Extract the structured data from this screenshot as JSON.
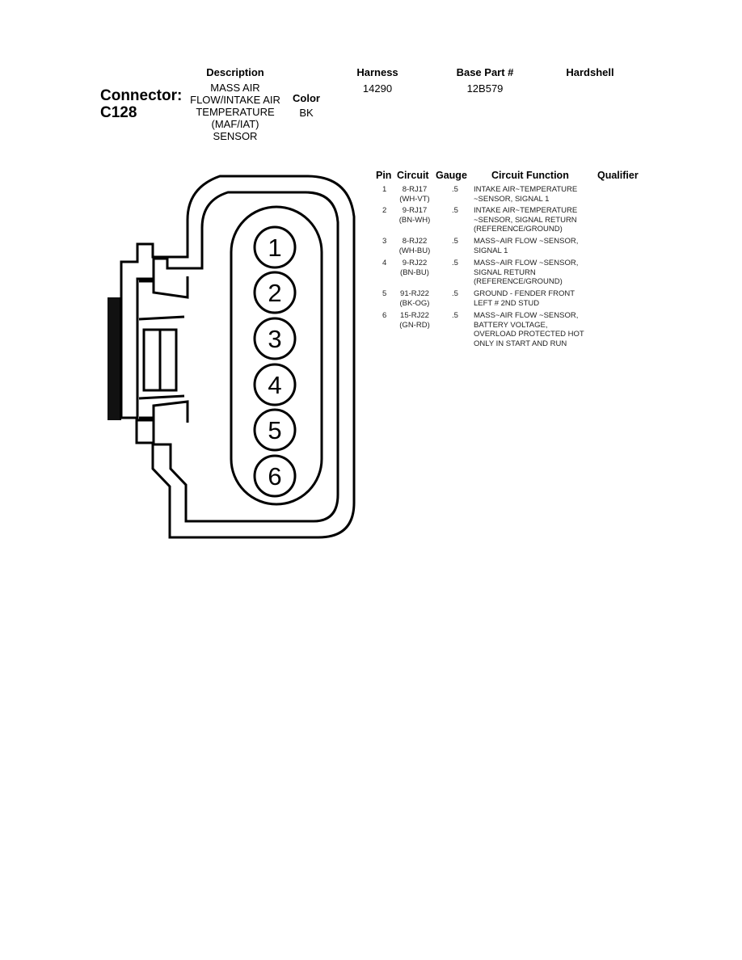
{
  "header": {
    "description_label": "Description",
    "harness_label": "Harness",
    "base_part_label": "Base Part #",
    "hardshell_label": "Hardshell",
    "connector_label": "Connector:",
    "connector_id": "C128",
    "description_lines": [
      "MASS AIR",
      "FLOW/INTAKE AIR",
      "TEMPERATURE",
      "(MAF/IAT)",
      "SENSOR"
    ],
    "color_label": "Color",
    "color_value": "BK",
    "harness_value": "14290",
    "base_part_value": "12B579",
    "hardshell_value": ""
  },
  "table": {
    "headers": {
      "pin": "Pin",
      "circuit": "Circuit",
      "gauge": "Gauge",
      "function": "Circuit Function",
      "qualifier": "Qualifier"
    },
    "rows": [
      {
        "pin": "1",
        "circuit": [
          "8-RJ17",
          "(WH-VT)"
        ],
        "gauge": ".5",
        "function": [
          "INTAKE AIR~TEMPERATURE",
          "~SENSOR, SIGNAL 1"
        ]
      },
      {
        "pin": "2",
        "circuit": [
          "9-RJ17",
          "(BN-WH)"
        ],
        "gauge": ".5",
        "function": [
          "INTAKE AIR~TEMPERATURE",
          "~SENSOR, SIGNAL RETURN",
          "(REFERENCE/GROUND)"
        ]
      },
      {
        "pin": "3",
        "circuit": [
          "8-RJ22",
          "(WH-BU)"
        ],
        "gauge": ".5",
        "function": [
          "MASS~AIR FLOW ~SENSOR,",
          "SIGNAL 1"
        ]
      },
      {
        "pin": "4",
        "circuit": [
          "9-RJ22",
          "(BN-BU)"
        ],
        "gauge": ".5",
        "function": [
          "MASS~AIR FLOW ~SENSOR,",
          "SIGNAL RETURN",
          "(REFERENCE/GROUND)"
        ]
      },
      {
        "pin": "5",
        "circuit": [
          "91-RJ22",
          "(BK-OG)"
        ],
        "gauge": ".5",
        "function": [
          "GROUND - FENDER FRONT",
          "LEFT # 2ND STUD"
        ]
      },
      {
        "pin": "6",
        "circuit": [
          "15-RJ22",
          "(GN-RD)"
        ],
        "gauge": ".5",
        "function": [
          "MASS~AIR FLOW ~SENSOR,",
          "BATTERY VOLTAGE,",
          "OVERLOAD PROTECTED HOT",
          "ONLY IN START AND RUN"
        ]
      }
    ]
  },
  "diagram": {
    "pin_labels": [
      "1",
      "2",
      "3",
      "4",
      "5",
      "6"
    ]
  }
}
